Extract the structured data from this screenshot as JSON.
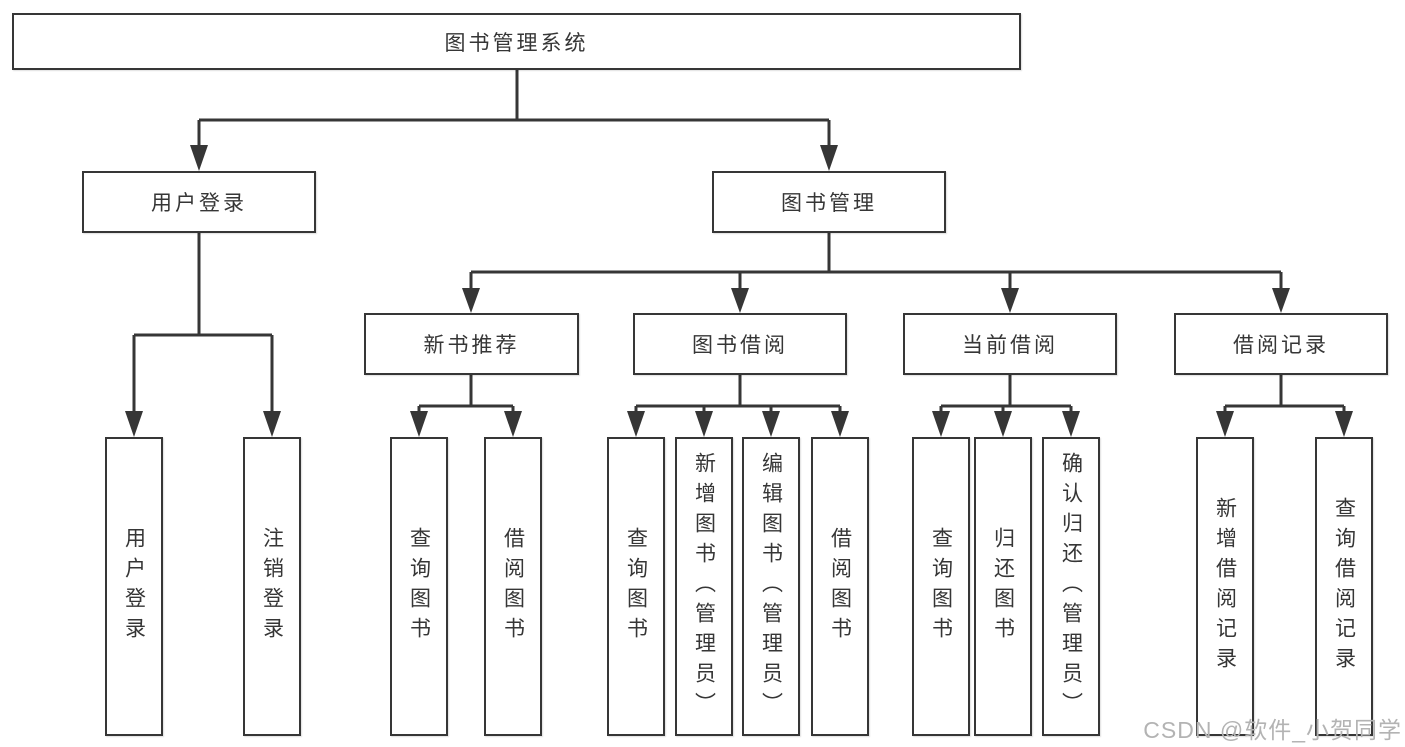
{
  "tree": {
    "root": {
      "label": "图书管理系统"
    },
    "branches": [
      {
        "label": "用户登录",
        "children": [
          {
            "label": "用户登录"
          },
          {
            "label": "注销登录"
          }
        ]
      },
      {
        "label": "图书管理",
        "children": [
          {
            "label": "新书推荐",
            "children": [
              {
                "label": "查询图书"
              },
              {
                "label": "借阅图书"
              }
            ]
          },
          {
            "label": "图书借阅",
            "children": [
              {
                "label": "查询图书"
              },
              {
                "label": "新增图书（管理员）"
              },
              {
                "label": "编辑图书（管理员）"
              },
              {
                "label": "借阅图书"
              }
            ]
          },
          {
            "label": "当前借阅",
            "children": [
              {
                "label": "查询图书"
              },
              {
                "label": "归还图书"
              },
              {
                "label": "确认归还（管理员）"
              }
            ]
          },
          {
            "label": "借阅记录",
            "children": [
              {
                "label": "新增借阅记录"
              },
              {
                "label": "查询借阅记录"
              }
            ]
          }
        ]
      }
    ]
  },
  "watermark": {
    "text": "CSDN @软件_小贺同学"
  },
  "colors": {
    "line": "#363636",
    "text": "#363636",
    "watermark": "#b3b3b3",
    "background": "#ffffff"
  }
}
